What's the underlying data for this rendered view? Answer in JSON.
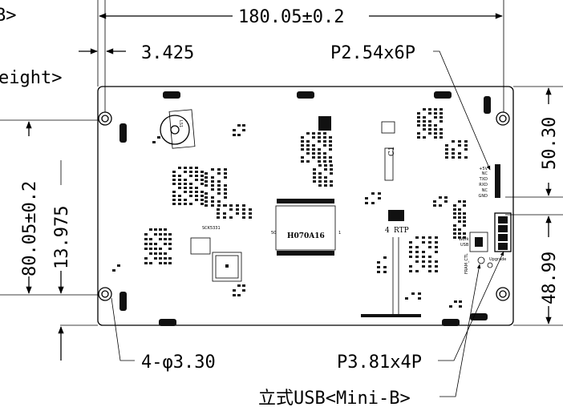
{
  "labels": {
    "top_left_cut": "B>",
    "left_cut": "eight>",
    "width_dim": "180.05±0.2",
    "offset_dim": "3.425",
    "height_dim": "80.05±0.2",
    "hole_offset_dim": "13.975",
    "right_dim_top": "50.30",
    "right_dim_bottom": "48.99",
    "pin_header_top": "P2.54x6P",
    "hole_spec": "4-φ3.30",
    "pin_header_bottom": "P3.81x4P",
    "usb_connector": "立式USB<Mini-B>"
  },
  "board": {
    "center_label": "H070A16",
    "pin_left": "50",
    "pin_right": "1",
    "rtp_label": "RTP",
    "rtp_number": "4",
    "header_pins": [
      "+5V",
      "NC",
      "TXD",
      "RXD",
      "NC",
      "GND"
    ],
    "work_label": "Work",
    "usb_label": "USB",
    "ram_label": "FRAM_CTL",
    "upgrade_label": "Upgrade",
    "buzzer_label": "LS1",
    "chip_label": "SCK5331"
  }
}
